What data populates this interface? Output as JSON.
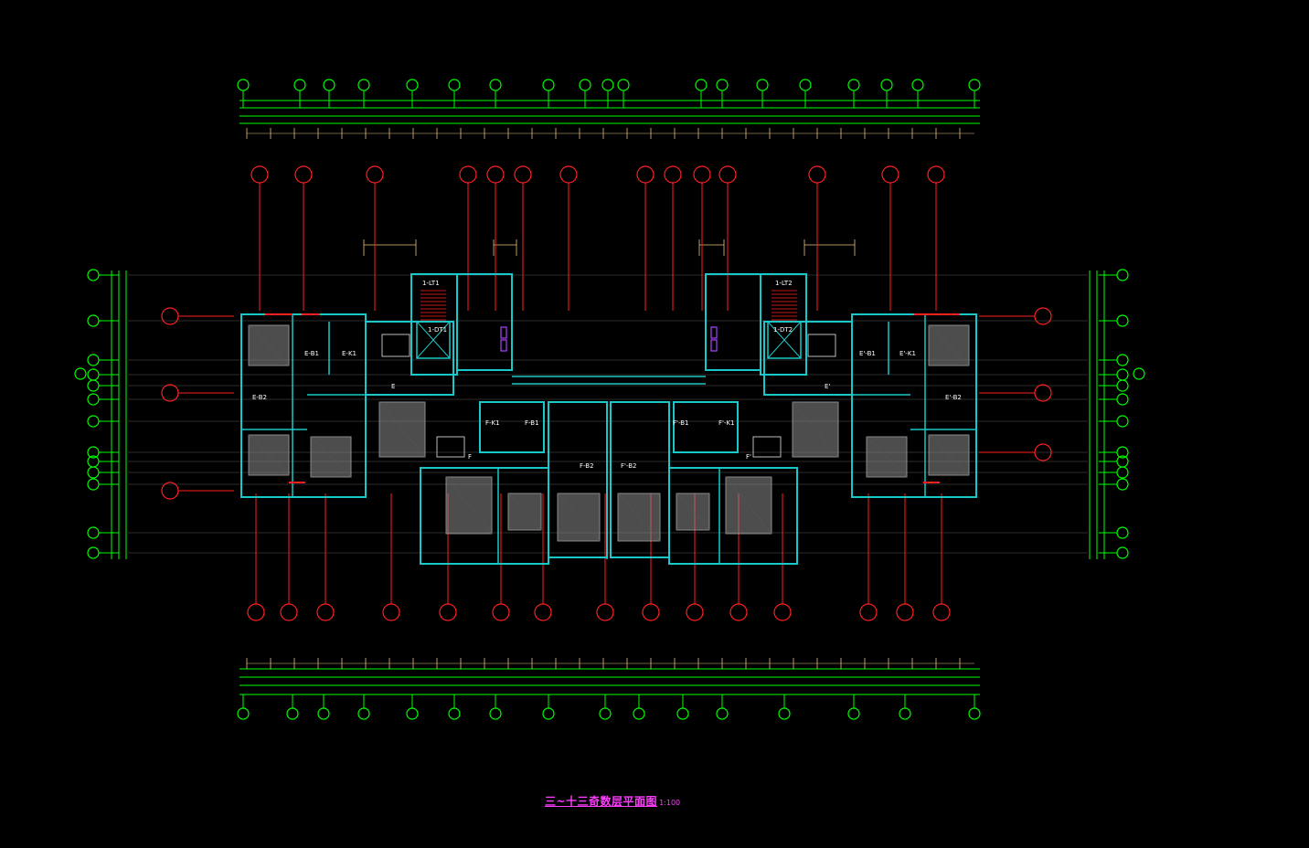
{
  "drawing": {
    "title": "三~十三奇数层平面图",
    "scale": "1:100"
  },
  "colors": {
    "background": "#000000",
    "grid": "#00ff00",
    "axis": "#ff2020",
    "wall": "#19c8c8",
    "hatch": "#8a8a8a",
    "title": "#ff3cff",
    "text": "#ffffff",
    "door": "#aa44ff"
  },
  "room_tags": {
    "stair_left": "1-LT1",
    "stair_right": "1-LT2",
    "lift_left": "1-DT1",
    "lift_right": "1-DT2",
    "unit_e": "E",
    "unit_e_right": "E'",
    "unit_f": "F",
    "unit_f_right": "F'",
    "e_b1": "E-B1",
    "e_k1": "E-K1",
    "e_b2": "E-B2",
    "e_b1_r": "E'-B1",
    "e_k1_r": "E'-K1",
    "e_b2_r": "E'-B2",
    "f_k1": "F-K1",
    "f_b1": "F-B1",
    "f_b2": "F-B2",
    "f_k1_r": "F'-K1",
    "f_b1_r": "F'-B1",
    "f_b2_r": "F'-B2"
  }
}
